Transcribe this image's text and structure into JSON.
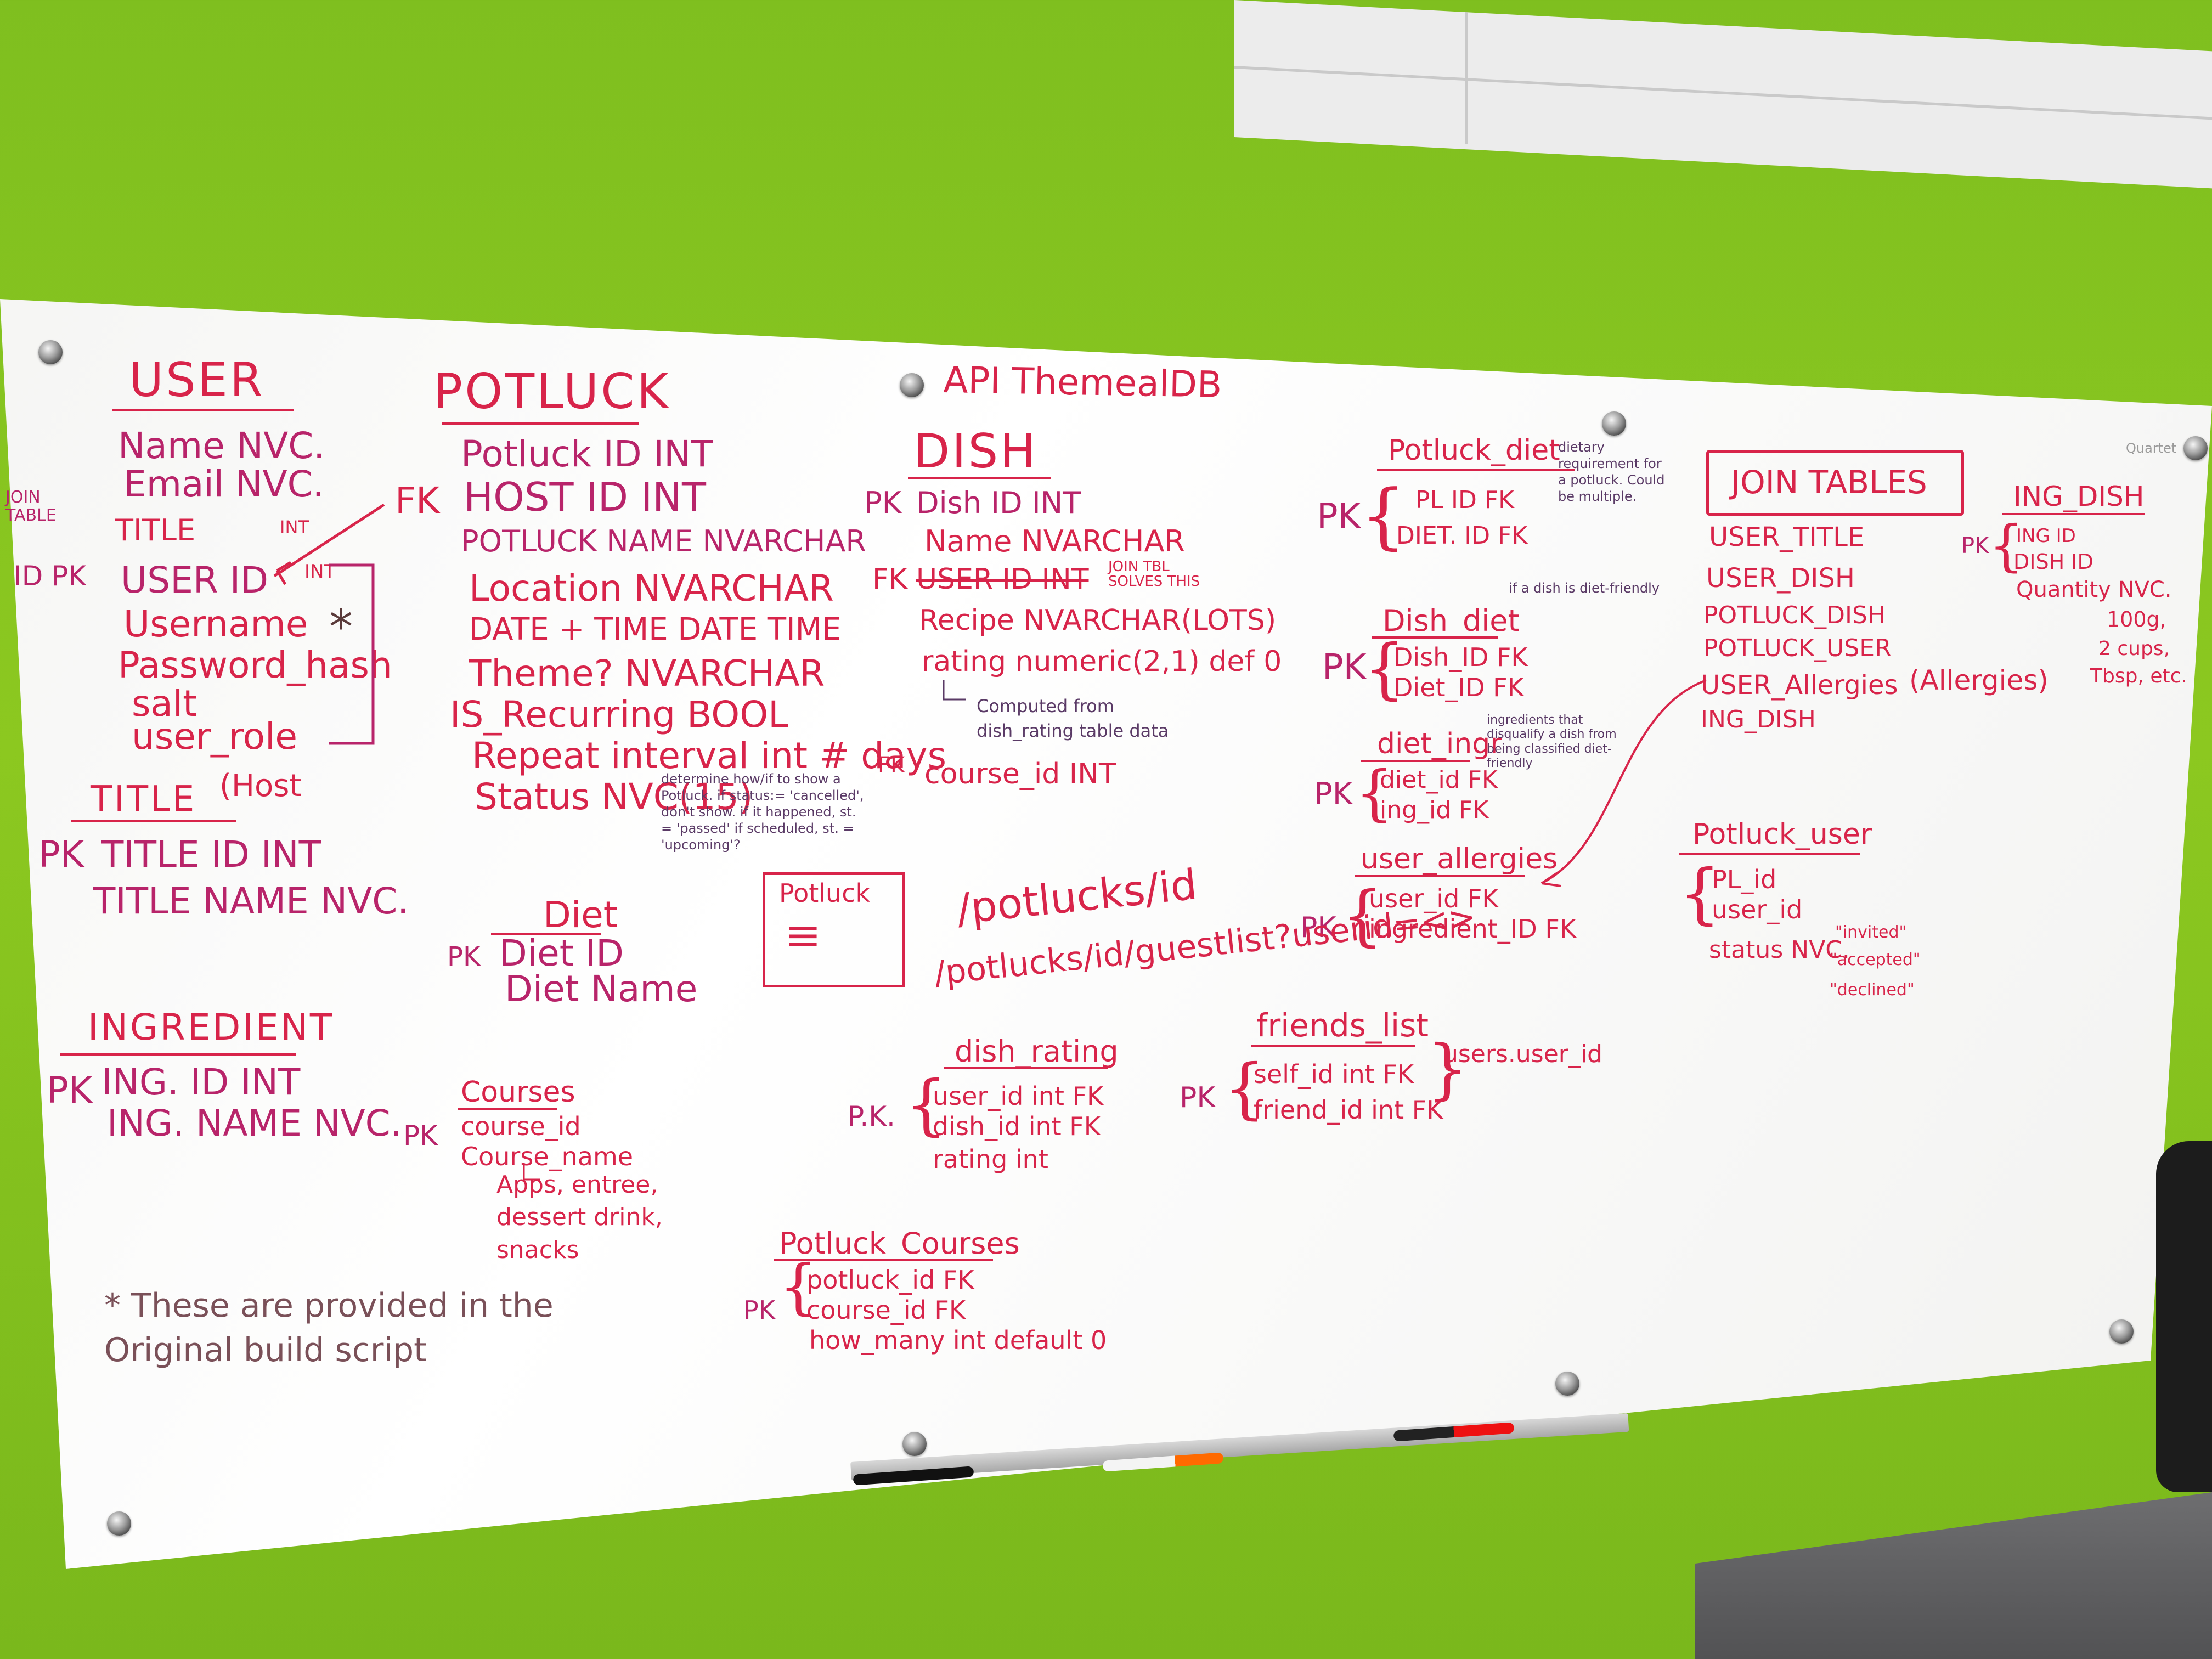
{
  "board": {
    "brand_label": "Quartet",
    "api_note": "API ThemealDB",
    "user": {
      "title": "USER",
      "side_note": "JOIN TABLE",
      "fields": [
        "Name NVC.",
        "Email NVC.",
        "TITLE",
        "USER ID",
        "Username",
        "Password_hash",
        "salt",
        "user_role"
      ],
      "int_a": "INT",
      "int_b": "INT",
      "pk_label": "ID PK",
      "fk_label": "FK",
      "star": "*"
    },
    "title_tbl": {
      "title": "TITLE",
      "note": "(Host",
      "pk": "PK",
      "fields": [
        "TITLE ID INT",
        "TITLE NAME NVC."
      ]
    },
    "ingredient": {
      "title": "INGREDIENT",
      "pk": "PK",
      "fields": [
        "ING. ID INT",
        "ING. NAME NVC."
      ]
    },
    "potluck": {
      "title": "POTLUCK",
      "fk": "FK",
      "fields": [
        "Potluck ID INT",
        "HOST ID INT",
        "POTLUCK NAME NVARCHAR",
        "Location NVARCHAR",
        "DATE + TIME DATE TIME",
        "Theme? NVARCHAR",
        "IS_Recurring BOOL",
        "Repeat interval int # days",
        "Status NVC(15)"
      ],
      "status_note": "determine how/if to show a Potluck. if status:= 'cancelled', don't show. if it happened, st. = 'passed' if scheduled, st. = 'upcoming'?"
    },
    "dish": {
      "title": "DISH",
      "pk": "PK",
      "fk": "FK",
      "fk2": "FK",
      "fields": [
        "Dish ID INT",
        "Name NVARCHAR",
        "USER ID INT",
        "Recipe NVARCHAR(LOTS)",
        "rating numeric(2,1) def 0",
        "course_id INT"
      ],
      "join_note": "JOIN TBL SOLVES THIS",
      "computed_note": "Computed from dish_rating table data"
    },
    "diet": {
      "title": "Diet",
      "pk": "PK",
      "fields": [
        "Diet ID",
        "Diet Name"
      ]
    },
    "courses": {
      "title": "Courses",
      "pk": "PK",
      "fields": [
        "course_id",
        "Course_name"
      ],
      "note": "Apps, entree, dessert drink, snacks"
    },
    "potluck_courses": {
      "title": "Potluck_Courses",
      "pk": "PK",
      "fields": [
        "potluck_id FK",
        "course_id FK",
        "how_many int default 0"
      ]
    },
    "dish_rating": {
      "title": "dish_rating",
      "pk": "P.K.",
      "fields": [
        "user_id int FK",
        "dish_id int FK",
        "rating int"
      ]
    },
    "friends_list": {
      "title": "friends_list",
      "pk": "PK",
      "fields": [
        "self_id int FK",
        "friend_id int FK"
      ],
      "ref": "users.user_id"
    },
    "potluck_diet": {
      "title": "Potluck_diet",
      "pk": "PK",
      "fields": [
        "PL ID FK",
        "DIET. ID FK"
      ],
      "note": "dietary requirement for a potluck. Could be multiple."
    },
    "dish_diet": {
      "title": "Dish_diet",
      "pk": "PK",
      "fields": [
        "Dish_ID FK",
        "Diet_ID FK"
      ],
      "note": "if a dish is diet-friendly"
    },
    "diet_ingr": {
      "title": "diet_ingr",
      "pk": "PK",
      "fields": [
        "diet_id FK",
        "ing_id FK"
      ],
      "note": "ingredients that disqualify a dish from being classified diet-friendly"
    },
    "user_allergies": {
      "title": "user_allergies",
      "pk": "PK",
      "fields": [
        "user_id FK",
        "ingredient_ID FK"
      ]
    },
    "join_tables": {
      "title": "JOIN TABLES",
      "items": [
        "USER_TITLE",
        "USER_DISH",
        "POTLUCK_DISH",
        "POTLUCK_USER",
        "USER_Allergies",
        "ING_DISH"
      ],
      "allergies_note": "(Allergies)"
    },
    "ing_dish": {
      "title": "ING_DISH",
      "pk": "PK",
      "fields": [
        "ING ID",
        "DISH ID",
        "Quantity NVC."
      ],
      "examples": [
        "100g,",
        "2 cups,",
        "Tbsp, etc."
      ]
    },
    "potluck_user": {
      "title": "Potluck_user",
      "fields": [
        "PL_id",
        "user_id",
        "status NVC."
      ],
      "statuses": [
        "\"invited\"",
        "\"accepted\"",
        "\"declined\""
      ]
    },
    "routes": {
      "card_title": "Potluck",
      "route1": "/potlucks/id",
      "route2": "/potlucks/id/guestlist?userid=<>"
    },
    "footnote": "* These are provided in the Original build script"
  },
  "colors": {
    "wall": "#8cc820",
    "board": "#f7f7f5",
    "ink_red": "#d8244a",
    "ink_purple": "#b8246a"
  }
}
